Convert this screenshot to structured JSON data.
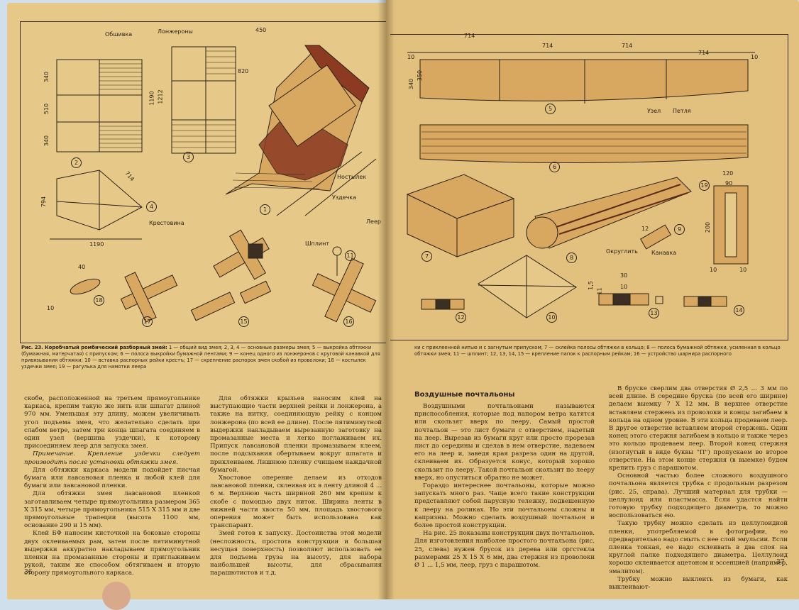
{
  "left_page": {
    "figure": {
      "labels": {
        "obshivka": "Обшивка",
        "lonzherony": "Лонжероны",
        "krestovina": "Крестовина",
        "nostylek": "Ностылек",
        "uzdechka": "Уздечка",
        "leer": "Леер",
        "shplint": "Шплинт"
      },
      "dims": {
        "d340a": "340",
        "d510": "510",
        "d340b": "340",
        "d1190v": "1190",
        "d1212": "1212",
        "d450": "450",
        "d820": "820",
        "d714": "714",
        "d794": "794",
        "d1190h": "1190",
        "d40": "40",
        "d10": "10"
      },
      "numbers": [
        "2",
        "3",
        "1",
        "4",
        "18",
        "17",
        "15",
        "11",
        "16"
      ]
    },
    "caption": {
      "title": "Рис. 23. Коробчатый ромбический разборный змей:",
      "text": "1 — общий вид змея; 2, 3, 4 — основные размеры змея; 5 — выкройка обтяжки (бумажная, матерчатая) с припуском; 6 — полоса выкройки бумажной пентами; 9 — конец одного из лонжеронов с круговой канавкой для привязывания обтяжки; 10 — вставка распорных рейки крестъ; 17 — скрепление распорок змея скобой из проволоки; 18 — костылек уздечки змея; 19 — рагулька для намотки леера"
    },
    "col1": [
      "скобе, расположенной на третьем прямоугольнике каркаса, крепим такую же нить или шпагат длиной 970 мм. Уменьшая эту длину, можем увеличивать угол подъема змея, что желательно сделать при слабом ветре, затем три конца шпагата соединяем в один узел (вершина уздечки), к которому присоединяем леер для запуска змея.",
      "Примечание. Крепление уздечки следует производить после установки обтяжки змея.",
      "Для обтяжки каркаса модели подойдет писчая бумага или лавсановая пленка и любой клей для бумаги или лавсановой пленки.",
      "Для обтяжки змея лавсановой пленкой заготавливаем четыре прямоугольника размером 365 X 315 мм, четыре прямоугольника 515 X 315 мм и две прямоугольные трапеции (высота 1100 мм, основание 290 и 15 мм).",
      "Клей БФ наносим кисточкой на боковые стороны двух оклеиваемых рам, затем после пятиминутной выдержки аккуратно накладываем прямоугольник пленки на промазанные стороны и приглаживаем рукой, таким же способом обтягиваем и вторую сторону прямоугольного каркаса."
    ],
    "col2": [
      "Для обтяжки крыльев наносим клей на выступающие части верхней рейки и лонжерона, а также на нитку, соединяющую рейку с концом лонжерона (по всей ее длине). После пятиминутной выдержки накладываем вырезанную заготовку на промазанные места и легко поглаживаем их. Припуск лавсановой пленки промазываем клеем, после подсыхания обертываем вокруг шпагата и приклеиваем. Лишнюю пленку счищаем наждачной бумагой.",
      "Хвостовое оперение делаем из отходов лавсановой пленки, склеивая их в ленту длиной 4 ... 6 м. Верхнюю часть шириной 260 мм крепим к скобе с помощью двух ниток. Ширина ленты в нижней части хвоста 50 мм, площадь хвостового оперения может быть использована как транспарант.",
      "Змей готов к запуску. Достоинства этой модели (несложность, простота конструкции и большая несущая поверхность) позволяют использовать ее для подъема груза на высоту, для набора наибольшей высоты, для сбрасывания парашютистов и т.д."
    ],
    "page_number": "36"
  },
  "right_page": {
    "figure": {
      "labels": {
        "uzel": "Узел",
        "petlya": "Петля",
        "okruglit": "Округлить",
        "kanavka": "Канавка"
      },
      "dims": {
        "t714a": "714",
        "t714b": "714",
        "t714c": "714",
        "t714d": "714",
        "t10a": "10",
        "t10b": "10",
        "t340": "340",
        "t350": "350",
        "t120": "120",
        "t90": "90",
        "t200": "200",
        "t10c": "10",
        "t10d": "10",
        "t12": "12",
        "t30": "30",
        "t10e": "10",
        "t15": "1,5",
        "t11": "11"
      },
      "numbers": [
        "5",
        "6",
        "19",
        "7",
        "8",
        "9",
        "12",
        "10",
        "13",
        "14"
      ]
    },
    "caption": {
      "text": "ки с приклеенной нитью и с загнутым припуском; 7 — склейка полосы обтяжки в кольцо; 8 — полоса бумажной обтяжки, усиленная в кольцо обтяжки змея; 11 — шплинт; 12, 13, 14, 15 — крепление папок к распорным рейкам; 16 — устройство шарнира распорного"
    },
    "heading": "Воздушные почтальоны",
    "col1": [
      "Воздушными почтальонами называются приспособления, которые под напором ветра катятся или скользят вверх по лееру. Самый простой почтальон — это лист бумаги с отверстием, надетый на леер. Вырезав из бумаги круг или просто прорезав лист до середины и сделав в нем отверстие, надеваем его на леер и, заведя края разреза один на другой, склеиваем их. Образуется конус, который хорошо скользит по лееру. Такой почтальон скользит по лееру вверх, но опуститься обратно не может.",
      "Гораздо интереснее почтальоны, которые можно запускать много раз. Чаще всего такие конструкции представляют собой парусную тележку, подвешенную к лееру на роликах. Но эти почтальоны сложны и капризны. Можно сделать воздушный почтальон и более простой конструкции.",
      "На рис. 25 показаны конструкции двух почтальонов. Для изготовления наиболее простого почтальона (рис. 25, слева) нужен брусок из дерева или оргстекла размерами 25 X 15 X 6 мм, два стержня из проволоки Ø 1 ... 1,5 мм, леер, груз с парашютом."
    ],
    "col2": [
      "В бруске сверлим два отверстия Ø 2,5 ... 3 мм по всей длине. В середине бруска (по всей его ширине) делаем выемку 7 X 12 мм. В верхнее отверстие вставляем стержень из проволоки и концы загибаем в кольца на одном уровне. В эти кольца продеваем леер. В другое отверстие вставляем второй стержень. Один конец этого стержня загибаем в кольцо и также через это кольцо продеваем леер. Второй конец стержня (изогнутый в виде буквы \"П\") пропускаем во второе отверстие. На этом конце стержня (в выемке) будем крепить груз с парашютом.",
      "Основной частью более сложного воздушного почтальона является трубка с продольным разрезом (рис. 25, справа). Лучший материал для трубки — целлулоид или пластмасса. Если удастся найти готовую трубку подходящего диаметра, то можно воспользоваться ею.",
      "Такую трубку можно сделать из целлулоидной пленки, употребляемой в фотографии, но предварительно надо смыть с нее слой эмульсии. Если пленка тонкая, ее надо склеивать в два слоя на круглой палке подходящего диаметра. Целлулоид хорошо склеивается ацетоном и эссенцией (например, эмалитом).",
      "Трубку можно выклеить из бумаги, как выклеивают-"
    ],
    "page_number": "37"
  },
  "colors": {
    "paper_left": "#e6c988",
    "paper_right": "#e2c07e",
    "ink": "#2a2218",
    "kite_red": "#8c3a22",
    "wood": "#d9a860"
  }
}
